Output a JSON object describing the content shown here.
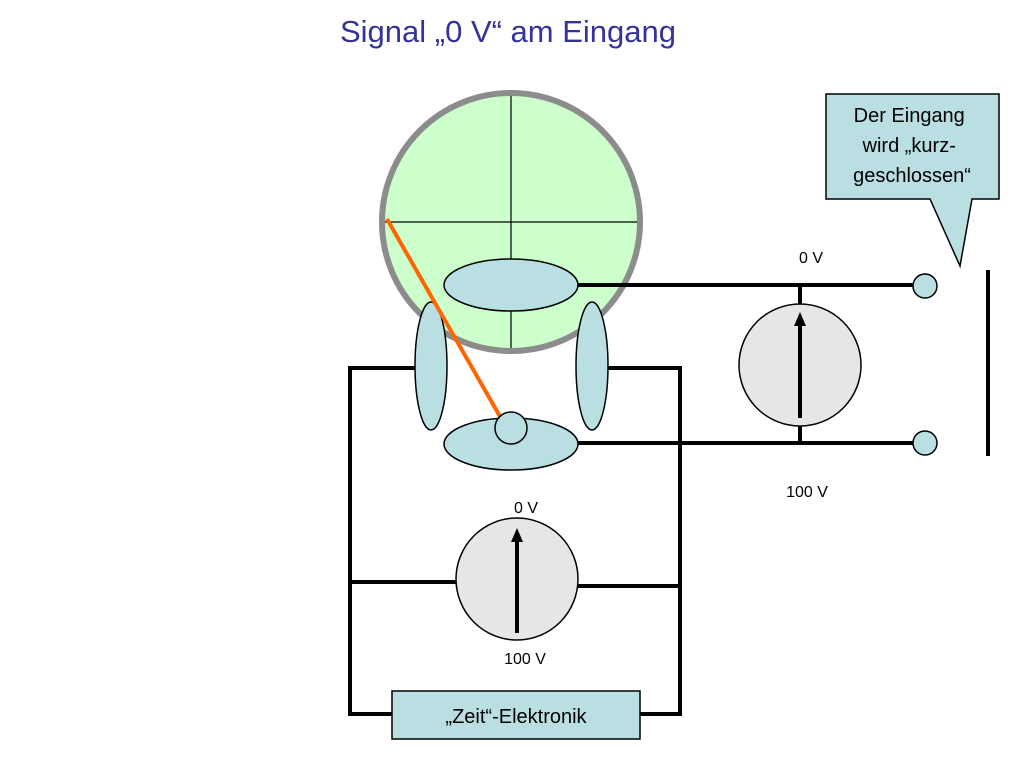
{
  "title": "Signal „0 V“ am Eingang",
  "callout": {
    "lines": [
      "Der Eingang",
      "wird „kurz-",
      "geschlossen“"
    ]
  },
  "meters": {
    "vertical": {
      "top_label": "0 V",
      "bottom_label": "100 V"
    },
    "horizontal": {
      "top_label": "0 V",
      "bottom_label": "100 V"
    }
  },
  "timebase_box": {
    "label": "„Zeit“-Elektronik"
  },
  "colors": {
    "title": "#33339a",
    "screen_fill": "#ccffcc",
    "screen_border": "#8c8c8c",
    "plate_fill": "#b9dfe3",
    "beam": "#ff6600",
    "meter_fill": "#e6e6e6",
    "wire": "#000000"
  }
}
